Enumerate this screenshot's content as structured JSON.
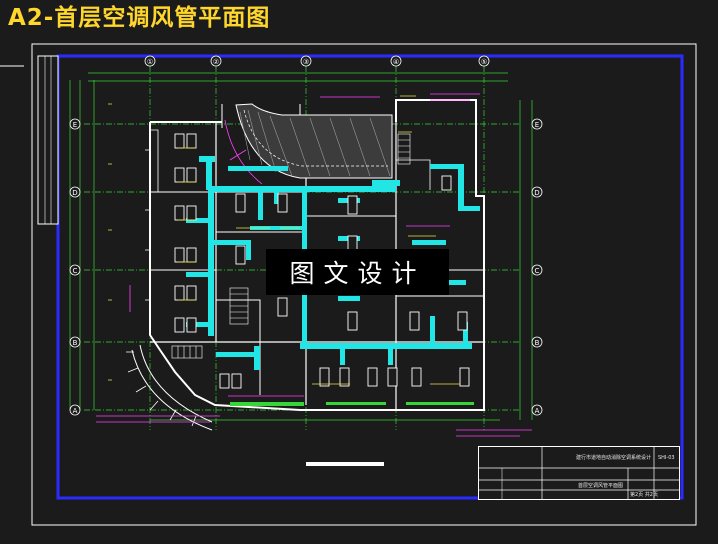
{
  "page_title": "A2-首层空调风管平面图",
  "watermark": "图文设计",
  "axes": {
    "columns": [
      "①",
      "②",
      "③",
      "④",
      "⑤"
    ],
    "rows": [
      "A",
      "B",
      "C",
      "D",
      "E"
    ]
  },
  "title_block": {
    "project": "建行市道地自动消除空调系统设计",
    "drawing_no": "SHI-03",
    "drawing_name": "首层空调风管平面图",
    "sheet": "第2页 共2页"
  },
  "colors": {
    "background": "#1b1b1b",
    "duct": "#22e6e6",
    "wall": "#ffffff",
    "grid": "#36d636",
    "frame": "#2b2bff",
    "annotation": "#ff40ff",
    "yellow": "#f0e14a"
  }
}
